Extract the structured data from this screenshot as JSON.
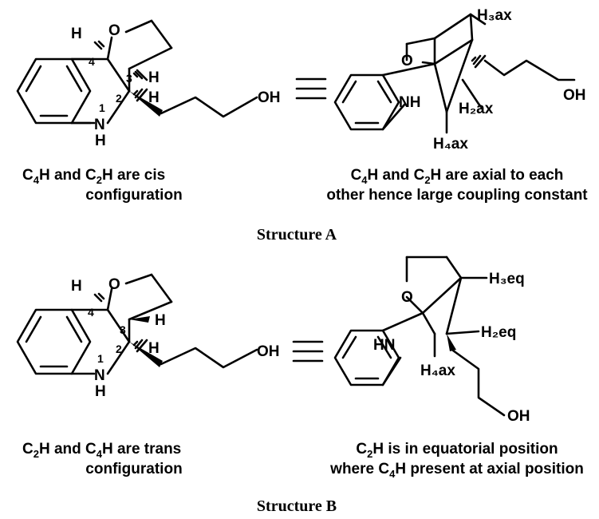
{
  "structure_a": {
    "left_caption": {
      "line1_prefix": "C",
      "line1_sub1": "4",
      "line1_mid": "H and C",
      "line1_sub2": "2",
      "line1_suffix": "H are cis",
      "line2": "configuration"
    },
    "right_caption": {
      "line1_prefix": "C",
      "line1_sub1": "4",
      "line1_mid": "H and C",
      "line1_sub2": "2",
      "line1_suffix": "H are axial to each",
      "line2": "other hence large coupling constant"
    },
    "title": "Structure A",
    "atoms": {
      "h": "H",
      "o": "O",
      "n": "N",
      "oh": "OH",
      "nh": "NH",
      "n1": "1",
      "n2": "2",
      "n3": "3",
      "n4": "4",
      "h3ax": "H₃ax",
      "h2ax": "H₂ax",
      "h4ax": "H₄ax"
    }
  },
  "structure_b": {
    "left_caption": {
      "line1_prefix": "C",
      "line1_sub1": "2",
      "line1_mid": "H and C",
      "line1_sub2": "4",
      "line1_suffix": "H are trans",
      "line2": "configuration"
    },
    "right_caption": {
      "line1_prefix": "C",
      "line1_sub1": "2",
      "line1_mid": "H is in equatorial position",
      "line2_prefix": "where C",
      "line2_sub": "4",
      "line2_suffix": "H present at axial position"
    },
    "title": "Structure B",
    "atoms": {
      "h": "H",
      "o": "O",
      "n": "N",
      "oh": "OH",
      "hn": "HN",
      "n1": "1",
      "n2": "2",
      "n3": "3",
      "n4": "4",
      "h3eq": "H₃eq",
      "h2eq": "H₂eq",
      "h4ax": "H₄ax"
    }
  },
  "equivalence_symbol": "≡"
}
